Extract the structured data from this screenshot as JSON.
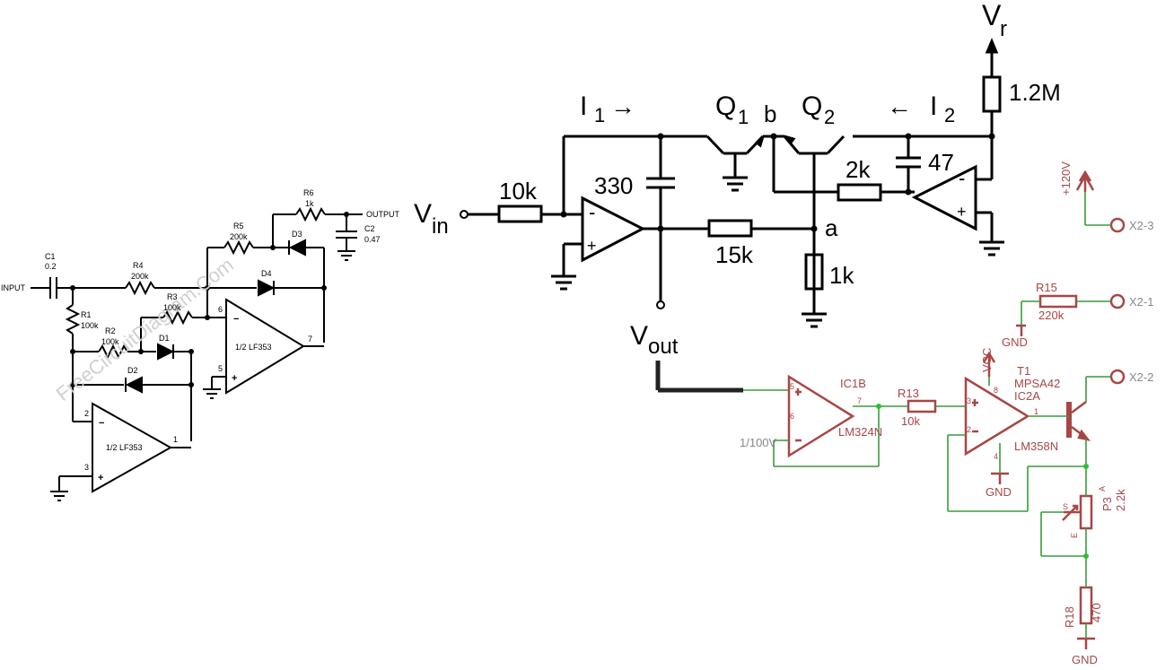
{
  "left_circuit": {
    "watermark": "FreeCircuitDiagram.Com",
    "labels": {
      "c1": "C1",
      "c1_val": "0.2",
      "input": "INPUT",
      "r1": "R1",
      "r1_val": "100k",
      "r2": "R2",
      "r2_val": "100k",
      "r3": "R3",
      "r3_val": "100k",
      "r4": "R4",
      "r4_val": "200k",
      "r5": "R5",
      "r5_val": "200k",
      "r6": "R6",
      "r6_val": "1k",
      "c2": "C2",
      "c2_val": "0.47",
      "output": "OUTPUT",
      "d1": "D1",
      "d2": "D2",
      "d3": "D3",
      "d4": "D4",
      "u1": "1/2 LF353",
      "u2": "1/2 LF353",
      "pin6": "6",
      "pin5": "5",
      "pin7": "7",
      "pin2": "2",
      "pin3": "3",
      "pin1": "1"
    }
  },
  "middle_circuit": {
    "labels": {
      "i1": "I",
      "i1_sub": "1",
      "i1_arrow": "→",
      "i2": "I",
      "i2_sub": "2",
      "i2_arrow": "←",
      "q1": "Q",
      "q1_sub": "1",
      "q2": "Q",
      "q2_sub": "2",
      "node_b": "b",
      "node_a": "a",
      "vr": "V",
      "vr_sub": "r",
      "r_1_2m": "1.2M",
      "c_47": "47",
      "r_2k": "2k",
      "c_330": "330",
      "r_10k": "10k",
      "r_15k": "15k",
      "r_1k": "1k",
      "vin": "V",
      "vin_sub": "in",
      "vout": "V",
      "vout_sub": "out",
      "minus": "-",
      "plus": "+"
    }
  },
  "right_circuit": {
    "labels": {
      "v120": "+120V",
      "x2_3": "X2-3",
      "r15": "R15",
      "r15_val": "220k",
      "x2_1": "X2-1",
      "gnd": "GND",
      "vcc": "VCC",
      "t1": "T1",
      "t1_part": "MPSA42",
      "x2_2": "X2-2",
      "ic1b": "IC1B",
      "ic1b_part": "LM324N",
      "r13": "R13",
      "r13_val": "10k",
      "ic2a": "IC2A",
      "ic2a_part": "LM358N",
      "div": "1/100V",
      "pin5": "5",
      "pin6": "6",
      "pin7": "7",
      "pin3": "3",
      "pin2": "2",
      "pin1": "1",
      "pin8": "8",
      "pin4": "4",
      "p3": "P3",
      "p3_val": "2.2k",
      "pa": "A",
      "ps": "S",
      "pe": "E",
      "r18": "R18",
      "r18_val": "470"
    }
  },
  "colors": {
    "wire_black": "#000000",
    "wire_green": "#3a9a3a",
    "symbol_red": "#a84646",
    "junction_green": "#2fbf2f"
  }
}
